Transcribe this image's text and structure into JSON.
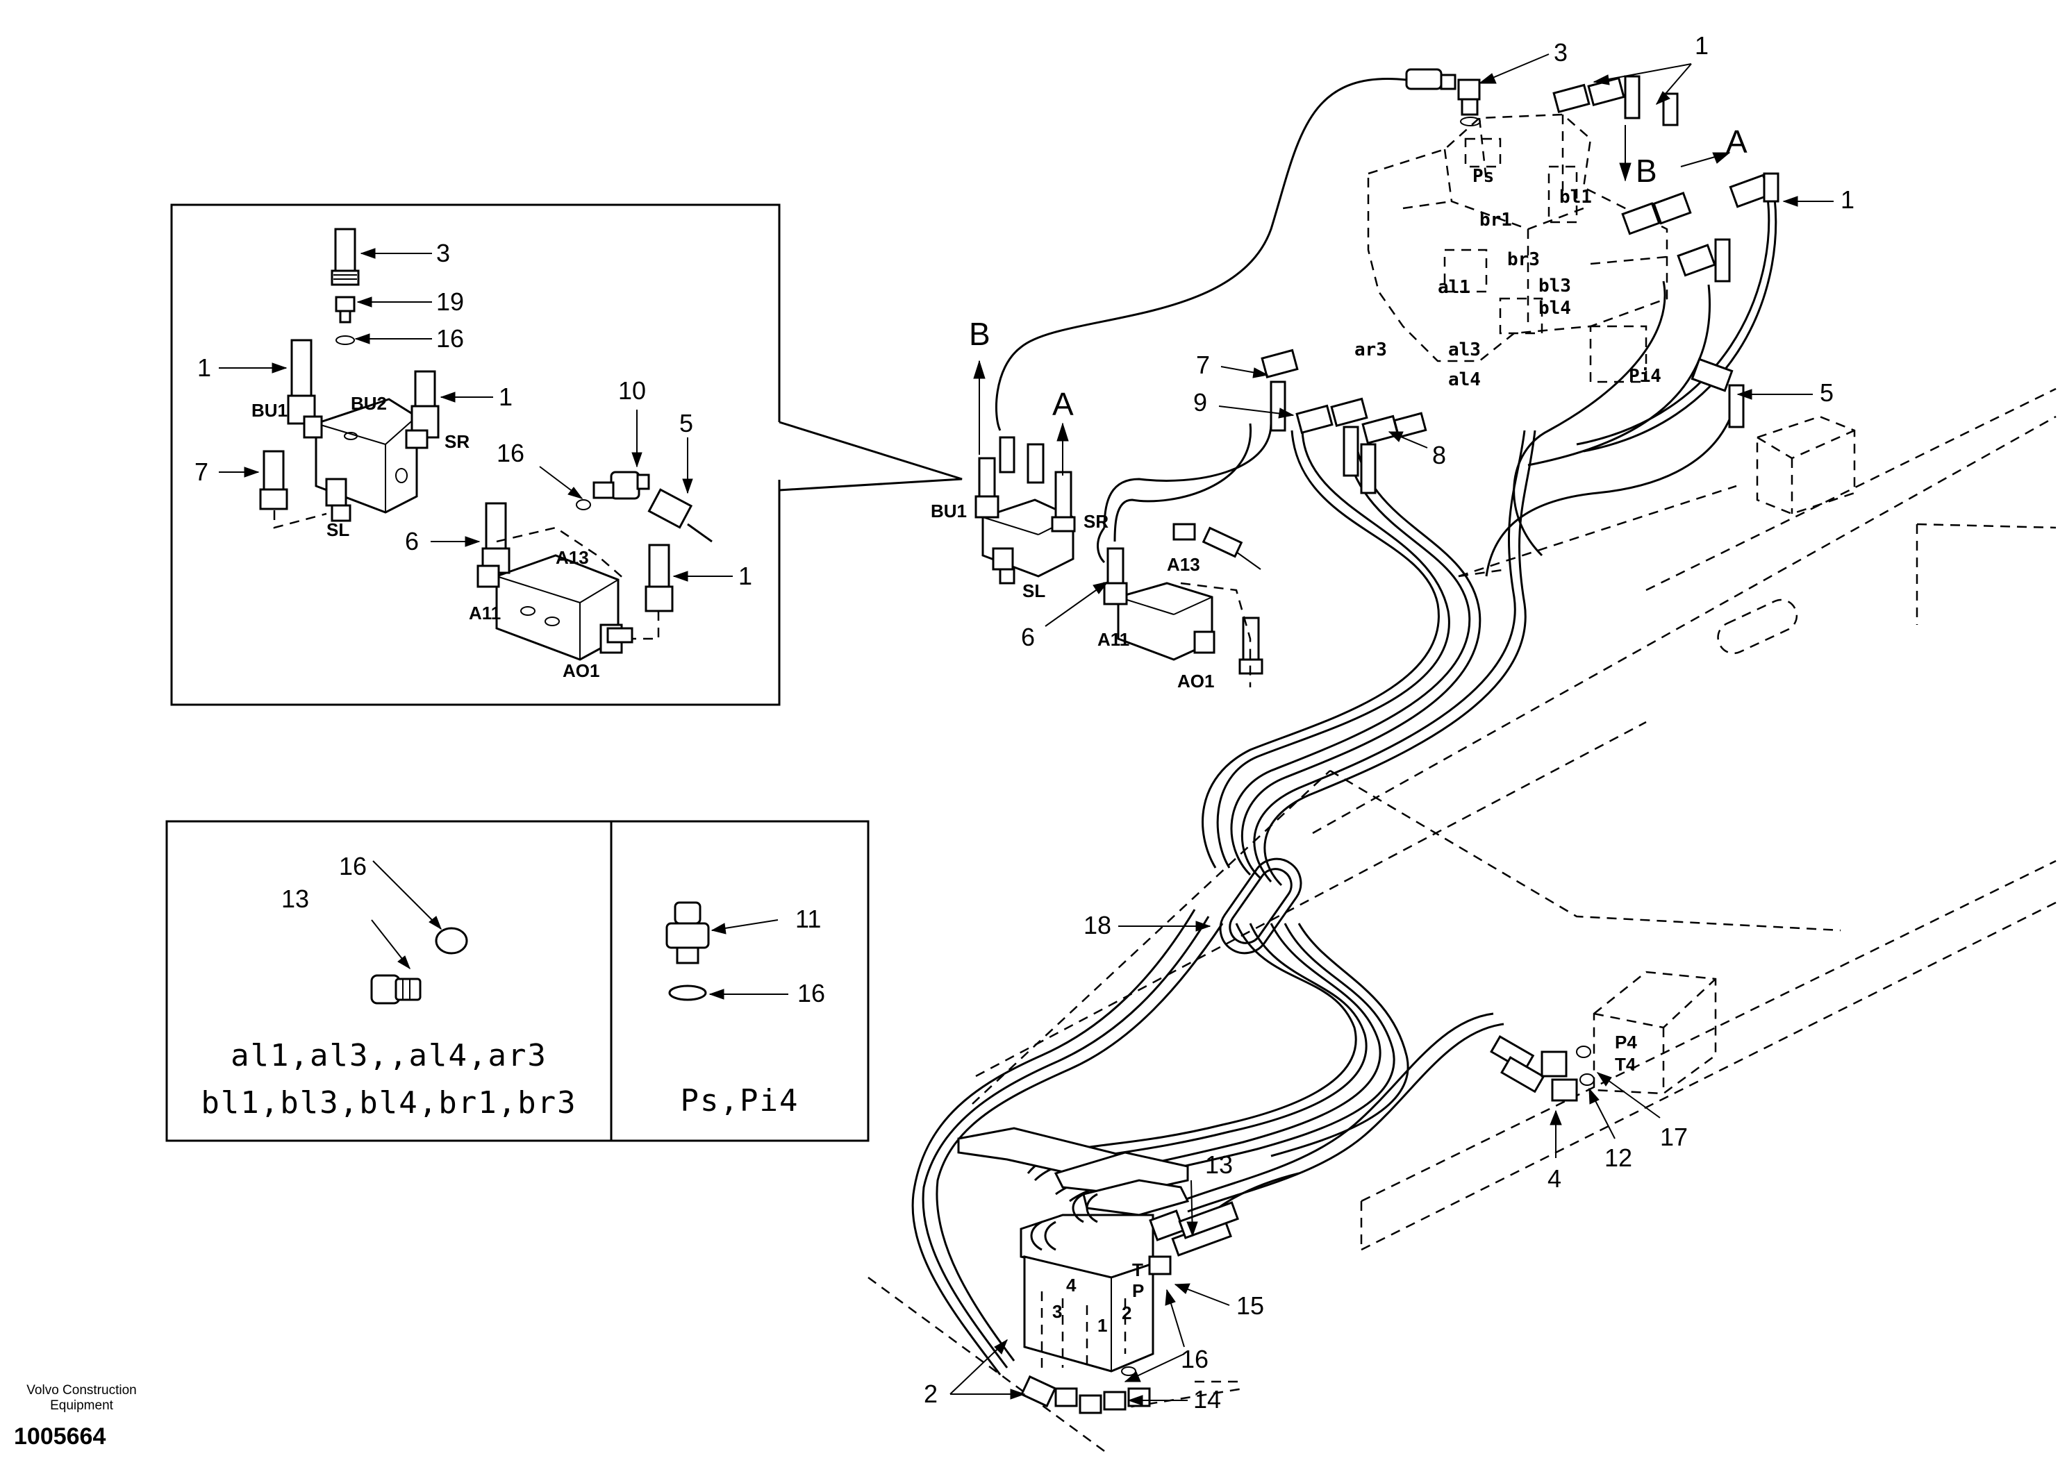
{
  "footer": {
    "brand_line1": "Volvo Construction",
    "brand_line2": "Equipment",
    "drawing_number": "1005664"
  },
  "inset_detail": {
    "callouts": [
      "3",
      "19",
      "16",
      "1",
      "1",
      "7",
      "10",
      "16",
      "5",
      "6",
      "1"
    ],
    "ports": [
      "BU1",
      "BU2",
      "SR",
      "SL",
      "A13",
      "A11",
      "AO1"
    ]
  },
  "legend": {
    "left_callouts": [
      "16",
      "13"
    ],
    "left_line1": "al1,al3,,al4,ar3",
    "left_line2": "bl1,bl3,bl4,br1,br3",
    "right_callouts": [
      "11",
      "16"
    ],
    "right_line": "Ps,Pi4"
  },
  "main": {
    "callouts": [
      "3",
      "1",
      "1",
      "7",
      "9",
      "8",
      "5",
      "6",
      "18",
      "13",
      "15",
      "16",
      "14",
      "2",
      "4",
      "12",
      "17"
    ],
    "arrow_labels": [
      "B",
      "A",
      "B",
      "A"
    ],
    "valve_ports": [
      "Ps",
      "bl1",
      "br1",
      "br3",
      "al1",
      "bl3",
      "bl4",
      "ar3",
      "al3",
      "al4",
      "Pi4"
    ],
    "bracket_ports": [
      "BU1",
      "SR",
      "SL",
      "A13",
      "A11",
      "AO1"
    ],
    "pedal_ports": [
      "T",
      "P",
      "4",
      "3",
      "1",
      "2"
    ],
    "block_ports": [
      "P4",
      "T4"
    ]
  }
}
